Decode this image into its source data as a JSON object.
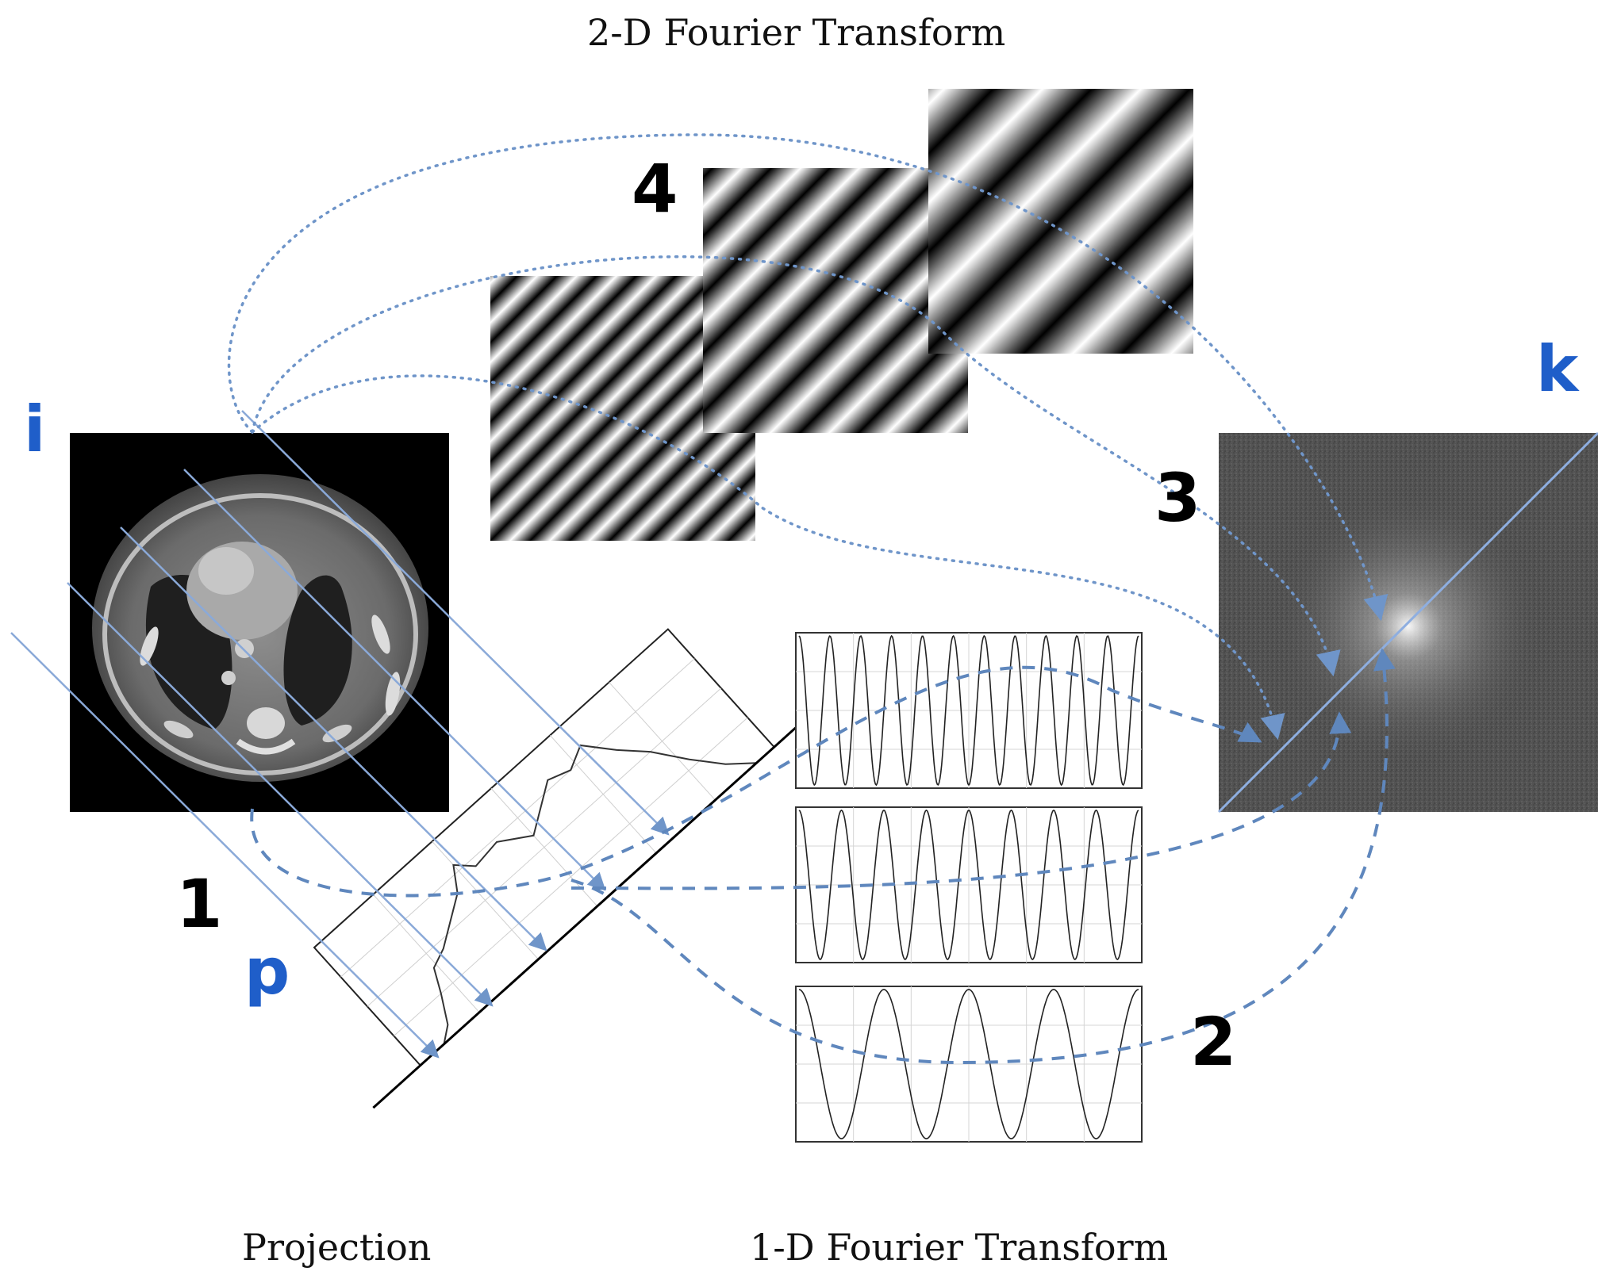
{
  "captions": {
    "top": "2-D Fourier Transform",
    "projection": "Projection",
    "fourier_1d": "1-D Fourier Transform"
  },
  "step_numbers": [
    "1",
    "2",
    "3",
    "4"
  ],
  "variables": {
    "image": "i",
    "projection": "p",
    "kspace": "k"
  },
  "colors": {
    "accent_blue": "#1f5ec9",
    "arrow_blue": "#6f95c9",
    "dashed_blue": "#5f87bd",
    "ray_blue": "#8aa9d8",
    "text": "#111111"
  },
  "gratings": [
    {
      "name": "high-frequency",
      "cycles": 13
    },
    {
      "name": "mid-frequency",
      "cycles": 7
    },
    {
      "name": "low-frequency",
      "cycles": 4
    }
  ],
  "sinusoid_plots": [
    {
      "name": "high-frequency",
      "cycles": 11
    },
    {
      "name": "mid-frequency",
      "cycles": 8
    },
    {
      "name": "low-frequency",
      "cycles": 4
    }
  ]
}
